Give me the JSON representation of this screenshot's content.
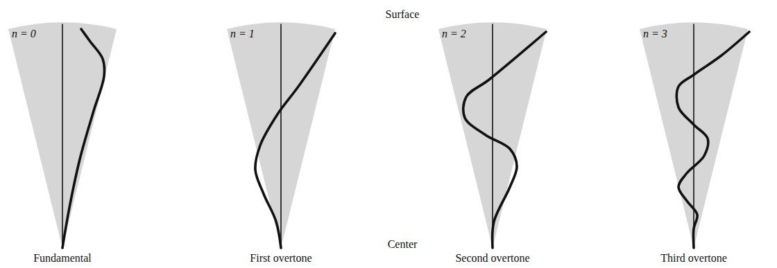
{
  "diagram": {
    "nodes": [
      {
        "text": [
          "n = 0"
        ]
      },
      {
        "text": [
          "n = 1"
        ]
      },
      {
        "text": [
          "n = 2"
        ]
      },
      {
        "text": [
          "n = 3"
        ]
      }
    ],
    "labels": [
      "Surface",
      "Center",
      "Fundamental",
      "First overtone",
      "Second overtone",
      "Third overtone"
    ]
  }
}
